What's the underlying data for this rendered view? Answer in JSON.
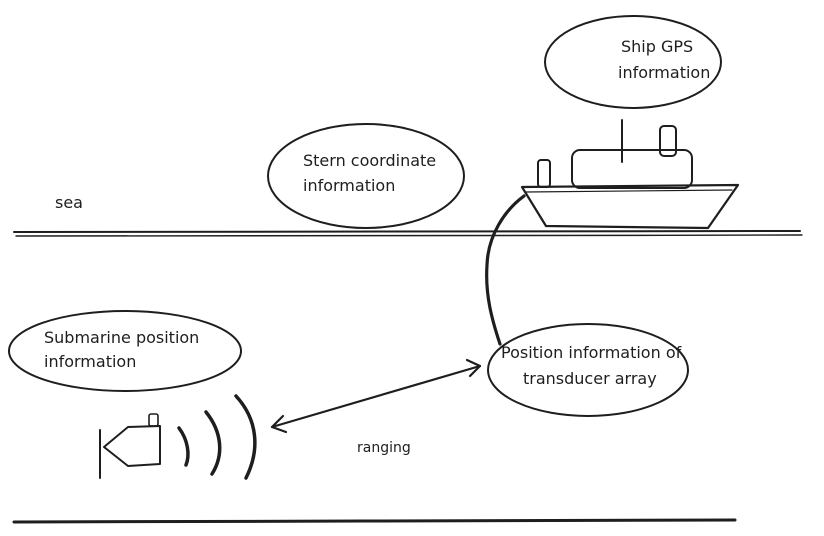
{
  "labels": {
    "sea": "sea",
    "ship_gps_line1": "Ship GPS",
    "ship_gps_line2": "information",
    "stern_line1": "Stern coordinate",
    "stern_line2": "information",
    "submarine_line1": "Submarine position",
    "submarine_line2": "information",
    "transducer_line1": "Position information of",
    "transducer_line2": "transducer array",
    "ranging": "ranging"
  },
  "colors": {
    "ink": "#1e1e1e",
    "background": "#ffffff"
  }
}
